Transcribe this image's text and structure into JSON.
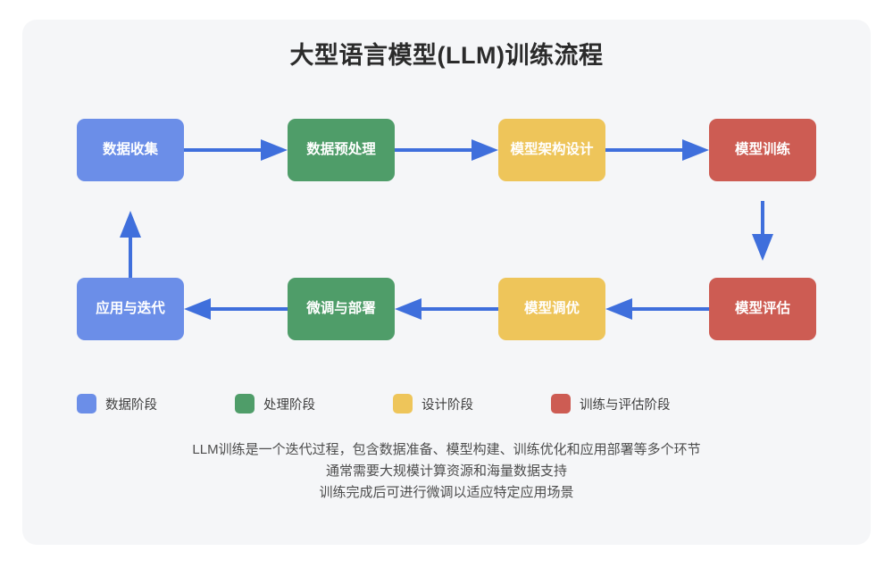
{
  "card": {
    "title": "大型语言模型(LLM)训练流程"
  },
  "flow": {
    "nodes": [
      {
        "id": "data-collection",
        "label": "数据收集",
        "color": "#6b8ee8",
        "stage": "data"
      },
      {
        "id": "data-preprocessing",
        "label": "数据预处理",
        "color": "#4f9d69",
        "stage": "process"
      },
      {
        "id": "model-architecture",
        "label": "模型架构设计",
        "color": "#eec55a",
        "stage": "design"
      },
      {
        "id": "model-training",
        "label": "模型训练",
        "color": "#cd5c53",
        "stage": "train"
      },
      {
        "id": "model-evaluation",
        "label": "模型评估",
        "color": "#cd5c53",
        "stage": "train"
      },
      {
        "id": "model-tuning",
        "label": "模型调优",
        "color": "#eec55a",
        "stage": "design"
      },
      {
        "id": "finetune-deploy",
        "label": "微调与部署",
        "color": "#4f9d69",
        "stage": "process"
      },
      {
        "id": "apply-iterate",
        "label": "应用与迭代",
        "color": "#6b8ee8",
        "stage": "data"
      }
    ],
    "edges": [
      {
        "from": "data-collection",
        "to": "data-preprocessing",
        "direction": "right"
      },
      {
        "from": "data-preprocessing",
        "to": "model-architecture",
        "direction": "right"
      },
      {
        "from": "model-architecture",
        "to": "model-training",
        "direction": "right"
      },
      {
        "from": "model-training",
        "to": "model-evaluation",
        "direction": "down"
      },
      {
        "from": "model-evaluation",
        "to": "model-tuning",
        "direction": "left"
      },
      {
        "from": "model-tuning",
        "to": "finetune-deploy",
        "direction": "left"
      },
      {
        "from": "finetune-deploy",
        "to": "apply-iterate",
        "direction": "left"
      },
      {
        "from": "apply-iterate",
        "to": "data-collection",
        "direction": "up"
      }
    ],
    "arrow_color": "#3f6fdc"
  },
  "legend": {
    "items": [
      {
        "label": "数据阶段",
        "color": "#6b8ee8"
      },
      {
        "label": "处理阶段",
        "color": "#4f9d69"
      },
      {
        "label": "设计阶段",
        "color": "#eec55a"
      },
      {
        "label": "训练与评估阶段",
        "color": "#cd5c53"
      }
    ]
  },
  "note": {
    "lines": [
      "LLM训练是一个迭代过程，包含数据准备、模型构建、训练优化和应用部署等多个环节",
      "通常需要大规模计算资源和海量数据支持",
      "训练完成后可进行微调以适应特定应用场景"
    ]
  }
}
